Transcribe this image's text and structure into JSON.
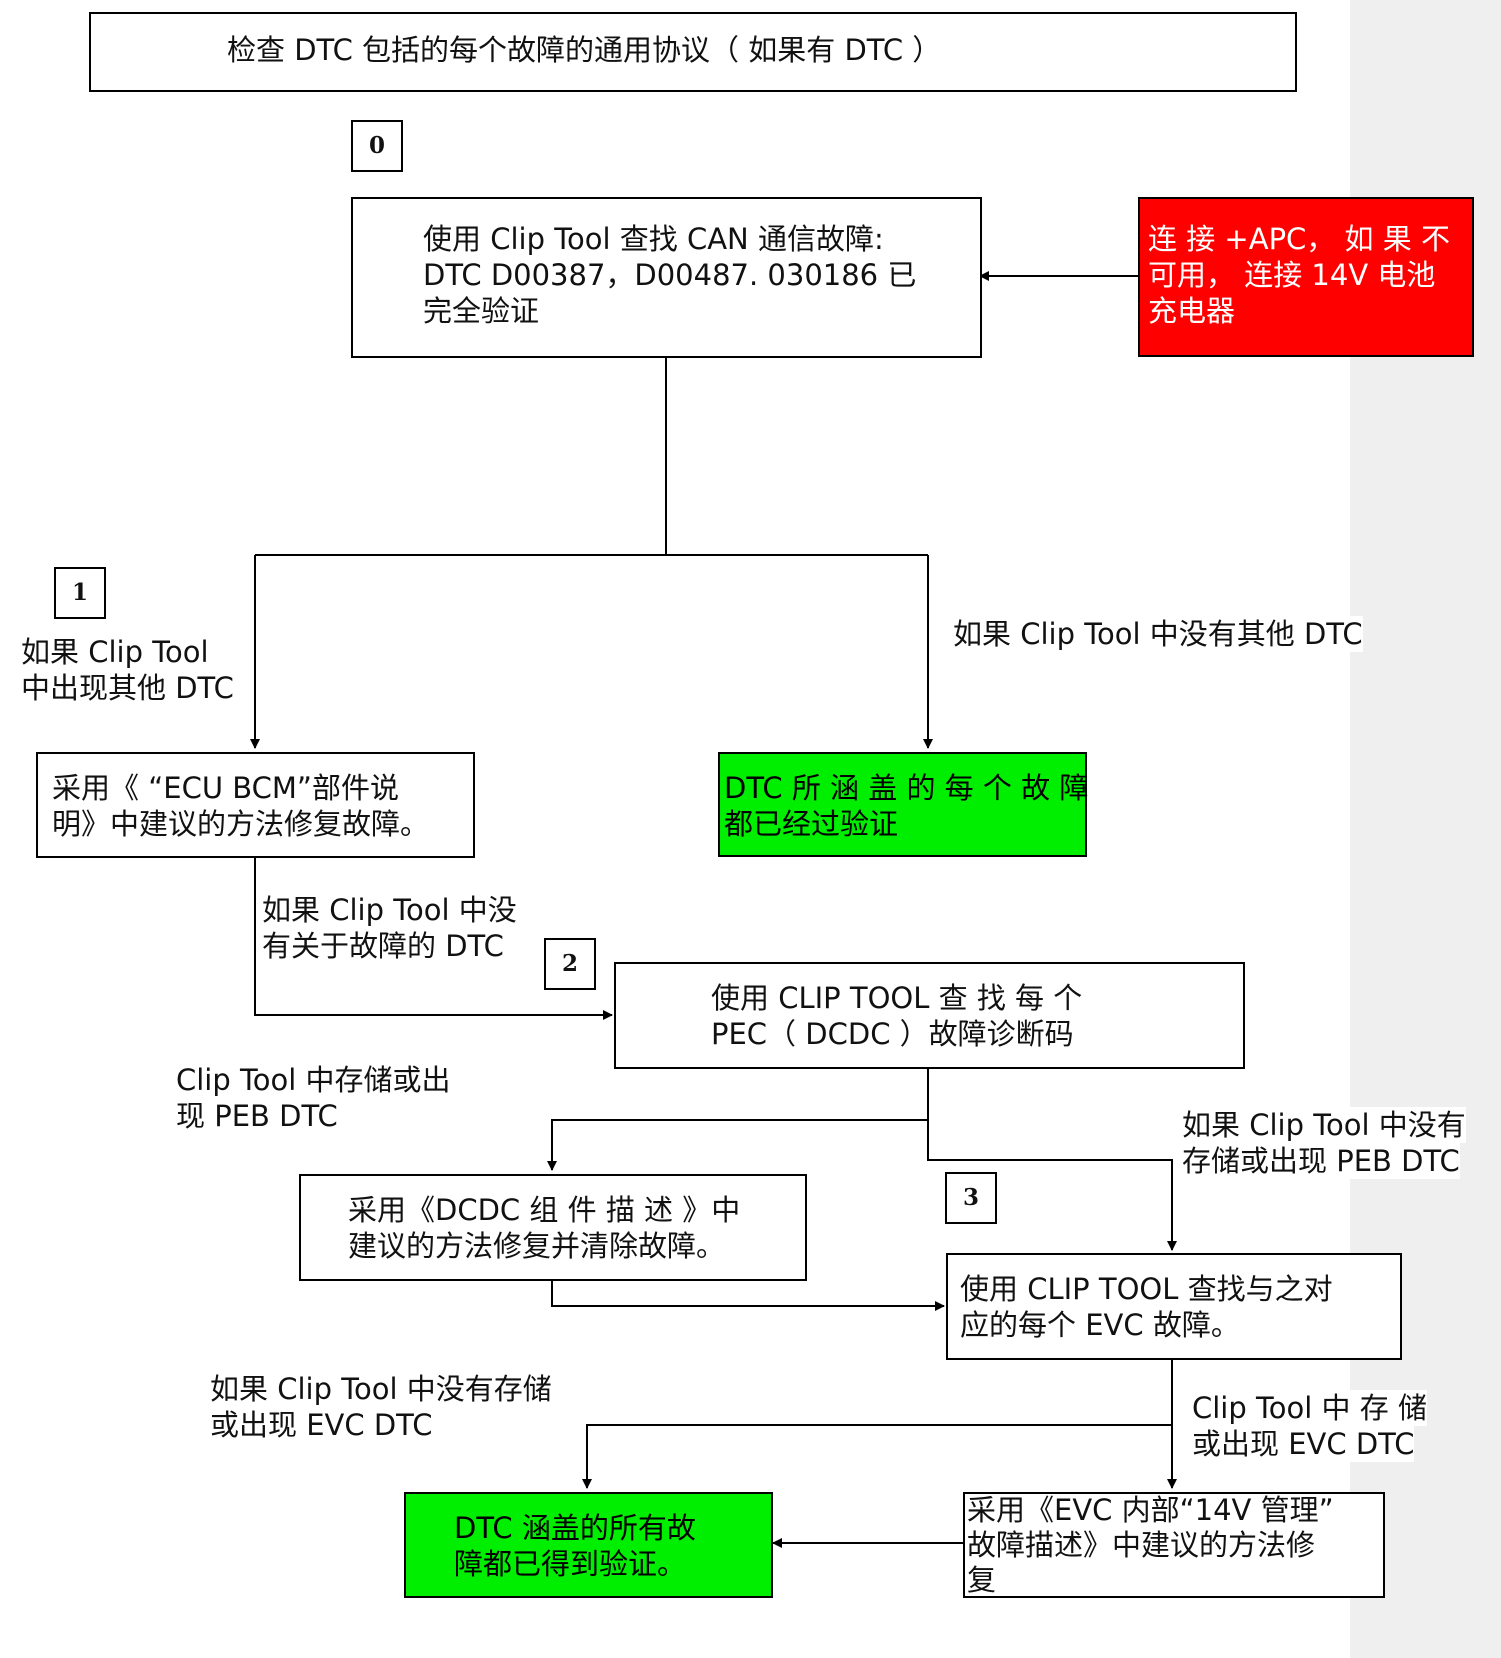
{
  "header": {
    "title": "检查 DTC 包括的每个故障的通用协议（ 如果有 DTC ）"
  },
  "steps": [
    "0",
    "1",
    "2",
    "3"
  ],
  "boxes": {
    "check_can": [
      "使用 Clip Tool 查找 CAN 通信故障:",
      "DTC  D00387，D00487. 030186  已",
      "完全验证"
    ],
    "apc_warning": [
      "连 接 +APC，  如 果 不",
      "可用， 连接 14V 电池",
      "充电器"
    ],
    "repair_bcm": [
      "采用《 “ECU BCM”部件说",
      "明》中建议的方法修复故障。"
    ],
    "verified_top": [
      "DTC 所 涵 盖 的 每 个 故 障",
      "都已经过验证"
    ],
    "check_pec": [
      "使用 CLIP TOOL 查 找 每 个",
      "PEC（ DCDC ）故障诊断码"
    ],
    "repair_dcdc": [
      "采用《DCDC 组 件 描 述 》中",
      "建议的方法修复并清除故障。"
    ],
    "check_evc": [
      "使用 CLIP TOOL  查找与之对",
      "应的每个 EVC 故障。"
    ],
    "verified_bottom": [
      "DTC 涵盖的所有故",
      "障都已得到验证。"
    ],
    "repair_evc": [
      "采用《EVC 内部“14V 管理”",
      "故障描述》中建议的方法修",
      "复"
    ]
  },
  "labels": {
    "other_dtc": [
      "如果 Clip Tool",
      "中出现其他 DTC"
    ],
    "no_other_dtc": [
      "如果 Clip Tool 中没有其他 DTC"
    ],
    "no_fault_dtc": [
      "如果 Clip Tool 中没",
      "有关于故障的 DTC"
    ],
    "peb_present": [
      "Clip Tool 中存储或出",
      "现 PEB DTC"
    ],
    "peb_absent": [
      "如果 Clip Tool 中没有",
      "存储或出现 PEB DTC"
    ],
    "evc_absent": [
      "如果 Clip Tool 中没有存储",
      "或出现 EVC DTC"
    ],
    "evc_present": [
      "Clip Tool  中  存  储",
      "或出现 EVC DTC"
    ]
  },
  "colors": {
    "warning": "#ff0000",
    "verified": "#00ee00",
    "line": "#000000",
    "side_strip": "#efefef"
  }
}
